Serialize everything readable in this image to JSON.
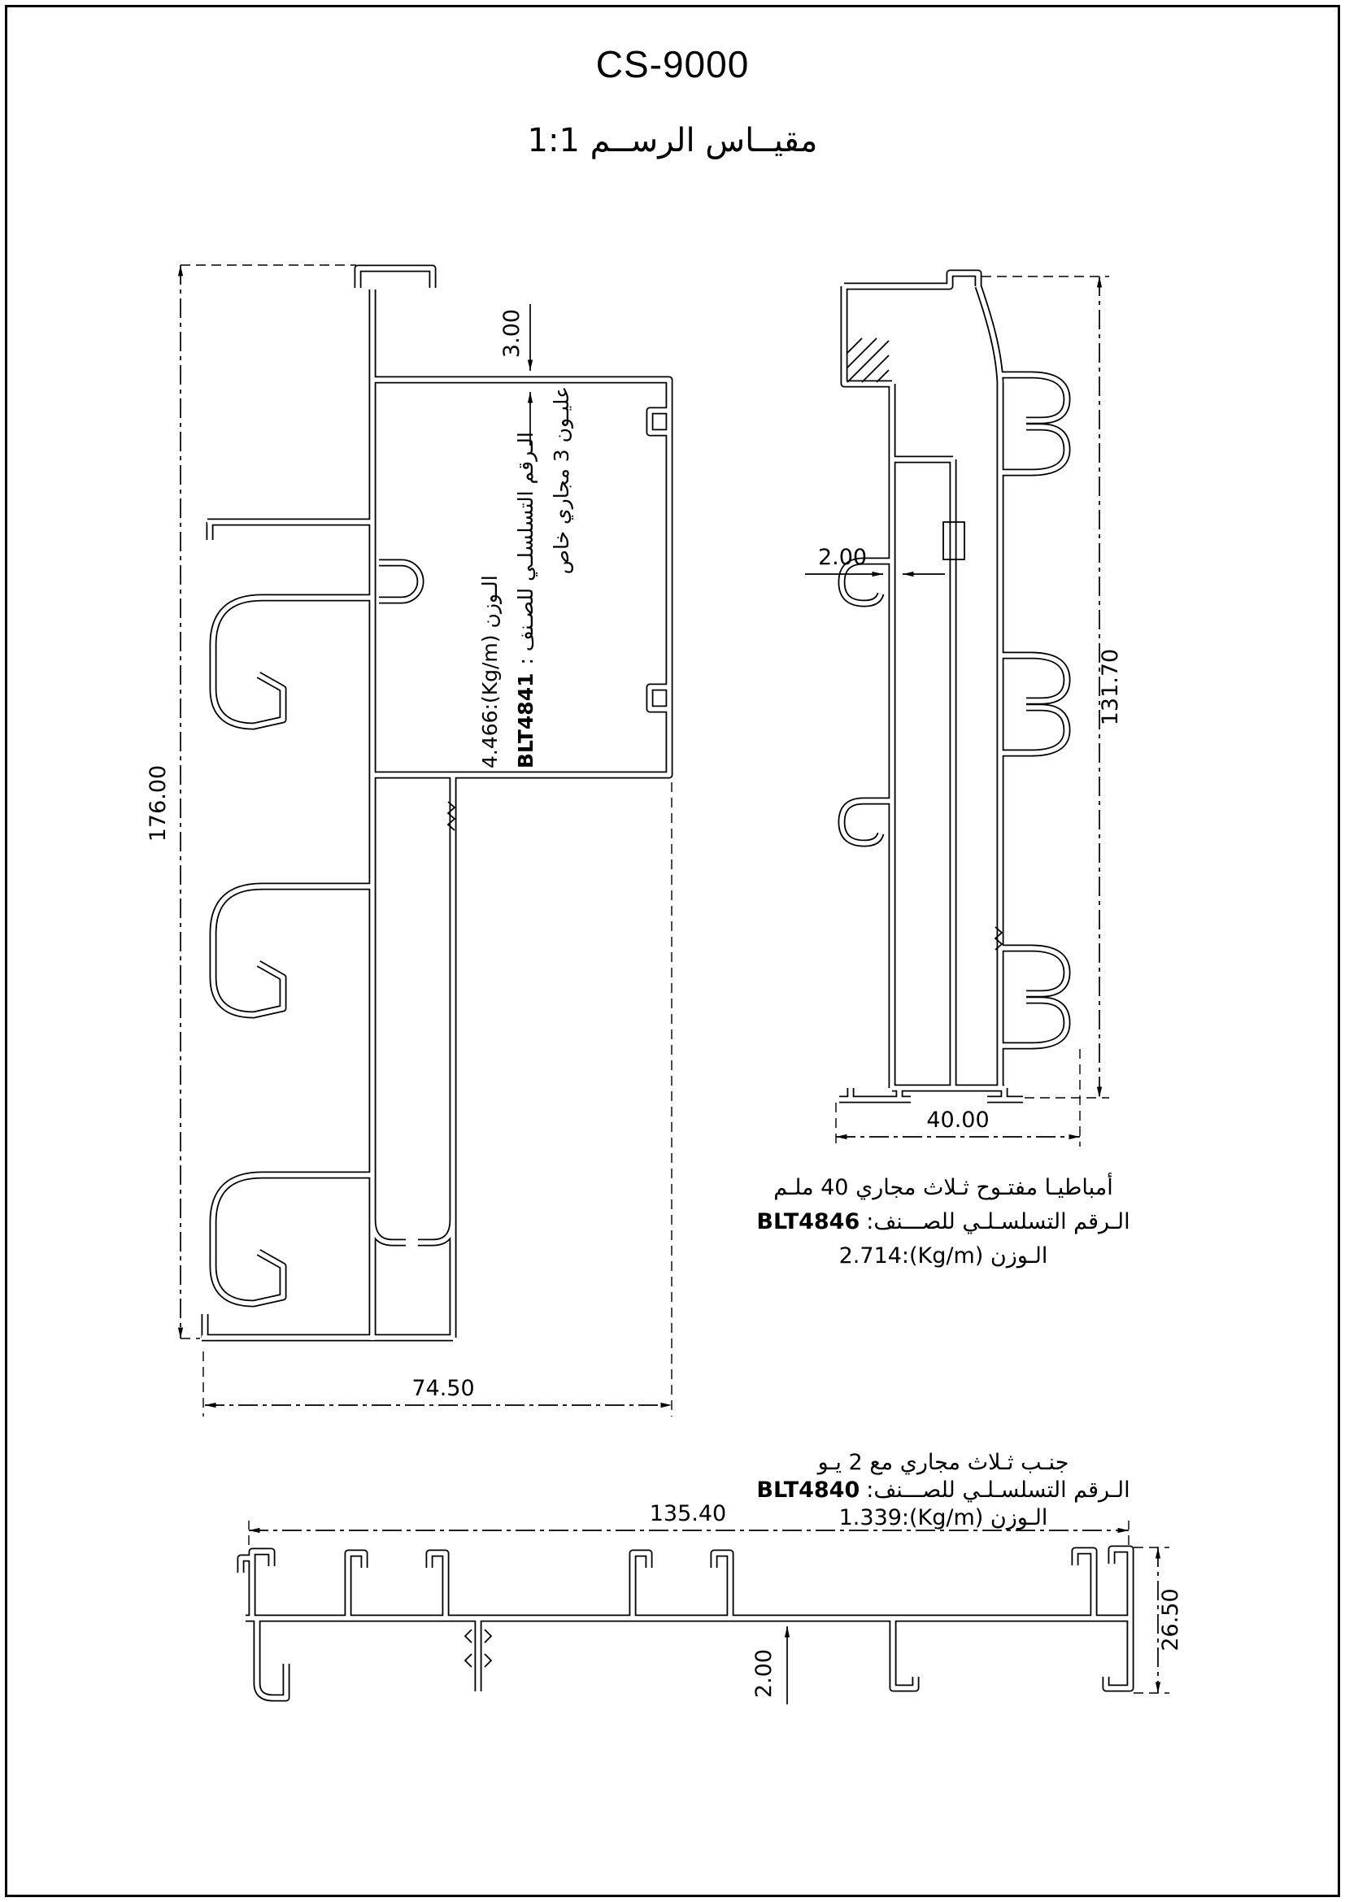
{
  "document": {
    "title": "CS-9000",
    "subtitle": "مقيــاس الرســم 1:1"
  },
  "left_profile": {
    "desc": "عليـون 3 مجاري خاص",
    "serial_label": "الـرقم التسلسلـي للصـنف :",
    "part_no": "BLT4841",
    "weight": "4.466:(Kg/m) الـوزن",
    "dim_height": "176.00",
    "dim_width": "74.50",
    "dim_wall": "3.00"
  },
  "right_profile": {
    "desc": "أمباطيـا مفتـوح ثـلاث مجاري 40 ملـم",
    "serial_label": "الـرقم التسلسـلـي للصـــنف:",
    "part_no": "BLT4846",
    "weight": "2.714:(Kg/m) الـوزن",
    "dim_height": "131.70",
    "dim_width": "40.00",
    "dim_wall": "2.00"
  },
  "bottom_profile": {
    "desc": "جنـب ثـلاث مجاري مع 2 يـو",
    "serial_label": "الـرقم التسلسـلـي للصـــنف:",
    "part_no": "BLT4840",
    "weight": "1.339:(Kg/m) الـوزن",
    "dim_width": "135.40",
    "dim_height": "26.50",
    "dim_wall": "2.00"
  }
}
